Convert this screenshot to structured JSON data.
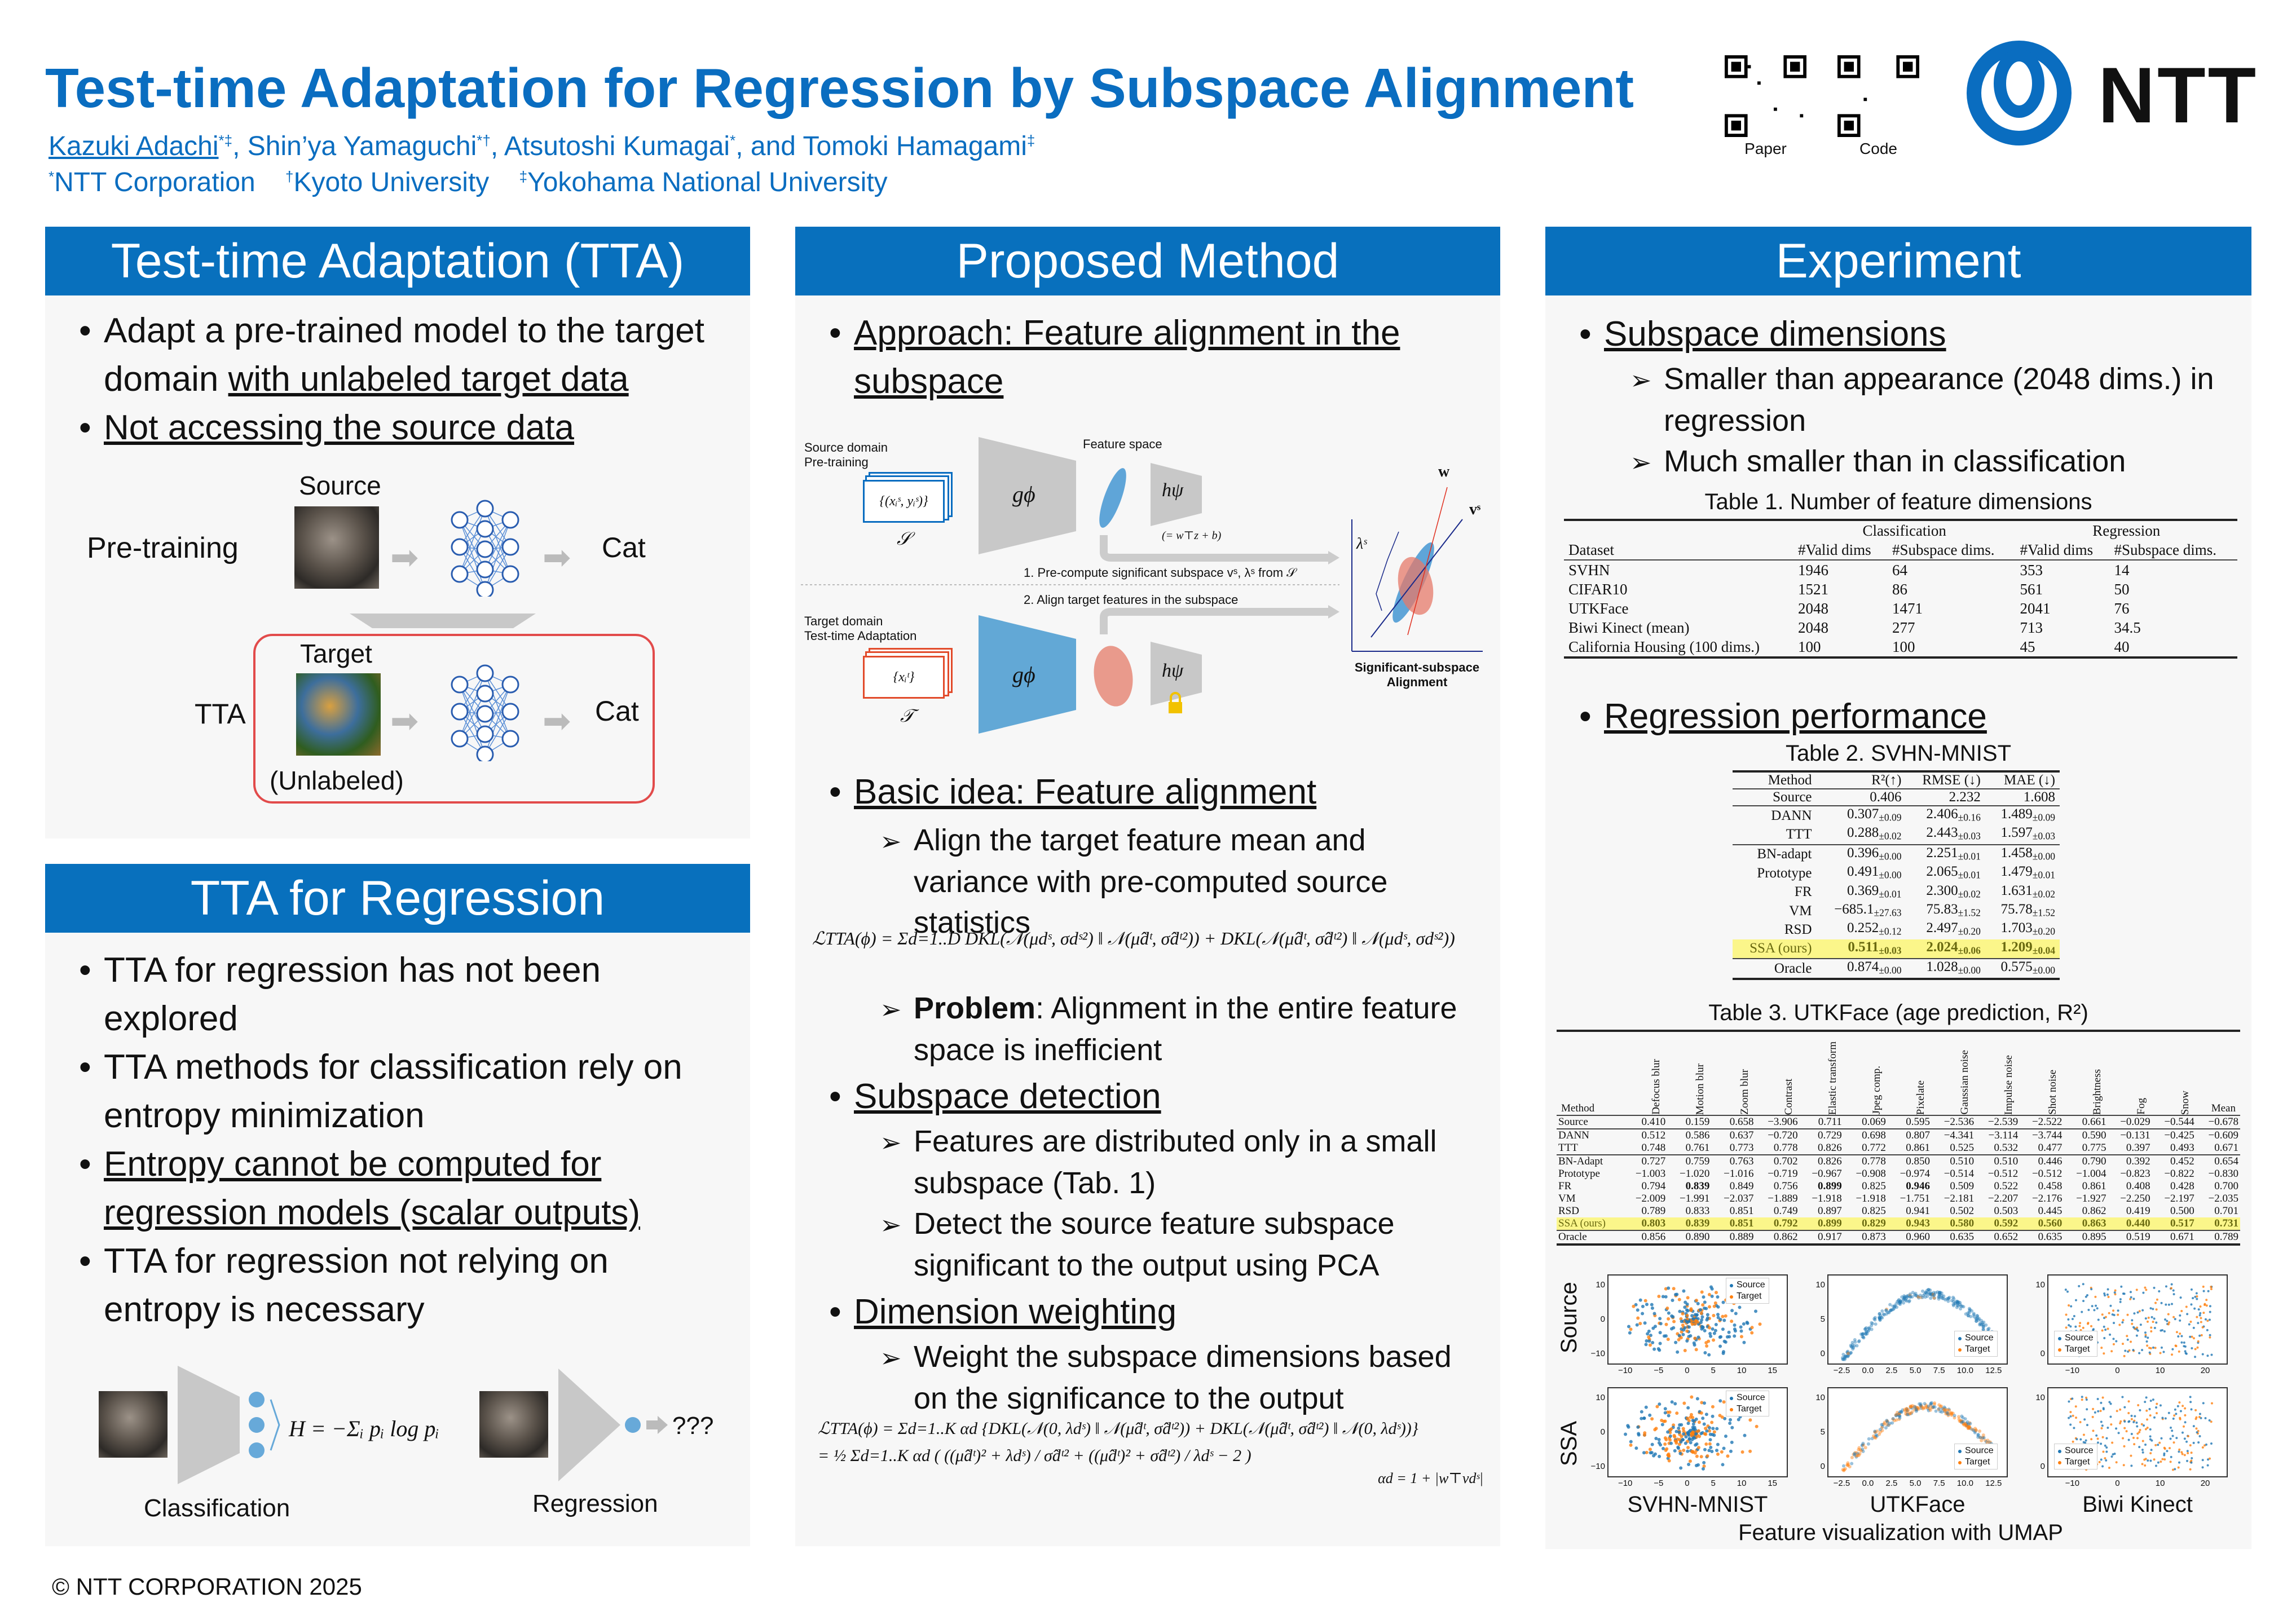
{
  "header": {
    "title": "Test-time Adaptation for Regression by Subspace Alignment",
    "authors": [
      {
        "name": "Kazuki Adachi",
        "sup": "*‡"
      },
      {
        "name": "Shin’ya Yamaguchi",
        "sup": "*†"
      },
      {
        "name": "Atsutoshi Kumagai",
        "sup": "*"
      },
      {
        "name": "and Tomoki Hamagami",
        "sup": "‡"
      }
    ],
    "affiliations": [
      {
        "sup": "*",
        "name": "NTT Corporation"
      },
      {
        "sup": "†",
        "name": "Kyoto University"
      },
      {
        "sup": "‡",
        "name": "Yokohama National University"
      }
    ],
    "qr_paper_label": "Paper",
    "qr_code_label": "Code",
    "logo_text": "NTT",
    "brand_color": "#0a6dc0"
  },
  "tta": {
    "heading": "Test-time Adaptation (TTA)",
    "bullet1a": "Adapt a pre-trained model to the target domain ",
    "bullet1b": "with unlabeled target data",
    "bullet2": "Not accessing the source data",
    "fig": {
      "source": "Source",
      "pretraining": "Pre-training",
      "cat1": "Cat",
      "target": "Target",
      "tta": "TTA",
      "cat2": "Cat",
      "unlabeled": "(Unlabeled)"
    }
  },
  "ttareg": {
    "heading": "TTA for Regression",
    "bullets": [
      "TTA for regression has not been explored",
      "TTA methods for classification rely on entropy minimization",
      "Entropy cannot be computed for regression models (scalar outputs)",
      "TTA for regression not relying on entropy is necessary"
    ],
    "entropy": "H = −Σᵢ pᵢ log pᵢ",
    "unknown": "???",
    "classification": "Classification",
    "regression": "Regression"
  },
  "method": {
    "heading": "Proposed Method",
    "approach": "Approach: Feature alignment in the subspace",
    "diagram": {
      "source_domain": "Source domain",
      "pretraining": "Pre-training",
      "source_set": "{(xᵢˢ, yᵢˢ)}",
      "S": "𝒮",
      "feature_space": "Feature space",
      "g": "gϕ",
      "h": "hψ",
      "h_def": "(= w⊤z + b)",
      "step1": "1. Pre-compute significant subspace vˢ, λˢ from 𝒮",
      "step2": "2. Align target features in the subspace",
      "target_domain": "Target domain",
      "tta": "Test-time Adaptation",
      "target_set": "{xᵢᵗ}",
      "T": "𝒯",
      "w": "w",
      "vs": "vˢ",
      "lambda": "λˢ",
      "ssa_title": "Significant-subspace Alignment"
    },
    "basic": "Basic idea: Feature alignment",
    "basic_sub": "Align the target feature mean and variance with pre-computed source statistics",
    "eq1": "ℒTTA(ϕ) = Σd=1..D DKL(𝒩(μdˢ, σdˢ²) ‖ 𝒩(μ̂dᵗ, σ̂dᵗ²)) + DKL(𝒩(μ̂dᵗ, σ̂dᵗ²) ‖ 𝒩(μdˢ, σdˢ²))",
    "problem_label": "Problem",
    "problem_text": ": Alignment in the entire feature space is inefficient",
    "subspace": "Subspace detection",
    "subspace_subs": [
      "Features are distributed only in a small subspace (Tab. 1)",
      "Detect the source feature subspace significant to the output using PCA"
    ],
    "weighting": "Dimension weighting",
    "weighting_sub": "Weight the subspace dimensions based on the significance to the output",
    "eq2": "ℒTTA(ϕ) = Σd=1..K αd {DKL(𝒩(0, λdˢ) ‖ 𝒩(μ̂dᵗ, σ̂dᵗ²)) + DKL(𝒩(μ̂dᵗ, σ̂dᵗ²) ‖ 𝒩(0, λdˢ))}",
    "eq3": "= ½ Σd=1..K αd ( ((μ̂dᵗ)² + λdˢ) / σ̂dᵗ² + ((μ̂dᵗ)² + σ̂dᵗ²) / λdˢ − 2 )",
    "eq4": "αd = 1 + |w⊤vdˢ|"
  },
  "experiment": {
    "heading": "Experiment",
    "subspace_dims": "Subspace dimensions",
    "subs": [
      "Smaller than appearance (2048 dims.) in regression",
      "Much smaller than in classification"
    ],
    "table1": {
      "caption": "Table 1. Number of feature dimensions",
      "groups": [
        "Classification",
        "Regression"
      ],
      "columns": [
        "Dataset",
        "#Valid dims",
        "#Subspace dims.",
        "#Valid dims",
        "#Subspace dims."
      ],
      "rows": [
        [
          "SVHN",
          "1946",
          "64",
          "353",
          "14"
        ],
        [
          "CIFAR10",
          "1521",
          "86",
          "561",
          "50"
        ],
        [
          "UTKFace",
          "2048",
          "1471",
          "2041",
          "76"
        ],
        [
          "Biwi Kinect (mean)",
          "2048",
          "277",
          "713",
          "34.5"
        ],
        [
          "California Housing (100 dims.)",
          "100",
          "100",
          "45",
          "40"
        ]
      ]
    },
    "regression_perf": "Regression performance",
    "table2": {
      "caption": "Table 2. SVHN-MNIST",
      "columns": [
        "Method",
        "R²(↑)",
        "RMSE (↓)",
        "MAE (↓)"
      ],
      "groups": [
        [
          [
            "Source",
            "0.406",
            "",
            "2.232",
            "",
            "1.608",
            ""
          ]
        ],
        [
          [
            "DANN",
            "0.307",
            "±0.09",
            "2.406",
            "±0.16",
            "1.489",
            "±0.09"
          ],
          [
            "TTT",
            "0.288",
            "±0.02",
            "2.443",
            "±0.03",
            "1.597",
            "±0.03"
          ]
        ],
        [
          [
            "BN-adapt",
            "0.396",
            "±0.00",
            "2.251",
            "±0.01",
            "1.458",
            "±0.00"
          ],
          [
            "Prototype",
            "0.491",
            "±0.00",
            "2.065",
            "±0.01",
            "1.479",
            "±0.01"
          ],
          [
            "FR",
            "0.369",
            "±0.01",
            "2.300",
            "±0.02",
            "1.631",
            "±0.02"
          ],
          [
            "VM",
            "−685.1",
            "±27.63",
            "75.83",
            "±1.52",
            "75.78",
            "±1.52"
          ],
          [
            "RSD",
            "0.252",
            "±0.12",
            "2.497",
            "±0.20",
            "1.703",
            "±0.20"
          ],
          [
            "SSA (ours)",
            "0.511",
            "±0.03",
            "2.024",
            "±0.06",
            "1.209",
            "±0.04"
          ]
        ],
        [
          [
            "Oracle",
            "0.874",
            "±0.00",
            "1.028",
            "±0.00",
            "0.575",
            "±0.00"
          ]
        ]
      ]
    },
    "table3": {
      "caption": "Table 3. UTKFace (age prediction, R²)",
      "columns": [
        "Method",
        "Defocus blur",
        "Motion blur",
        "Zoom blur",
        "Contrast",
        "Elastic transform",
        "Jpeg comp.",
        "Pixelate",
        "Gaussian noise",
        "Impulse noise",
        "Shot noise",
        "Brightness",
        "Fog",
        "Snow",
        "Mean"
      ],
      "groups": [
        [
          [
            "Source",
            "0.410",
            "0.159",
            "0.658",
            "−3.906",
            "0.711",
            "0.069",
            "0.595",
            "−2.536",
            "−2.539",
            "−2.522",
            "0.661",
            "−0.029",
            "−0.544",
            "−0.678"
          ]
        ],
        [
          [
            "DANN",
            "0.512",
            "0.586",
            "0.637",
            "−0.720",
            "0.729",
            "0.698",
            "0.807",
            "−4.341",
            "−3.114",
            "−3.744",
            "0.590",
            "−0.131",
            "−0.425",
            "−0.609"
          ],
          [
            "TTT",
            "0.748",
            "0.761",
            "0.773",
            "0.778",
            "0.826",
            "0.772",
            "0.861",
            "0.525",
            "0.532",
            "0.477",
            "0.775",
            "0.397",
            "0.493",
            "0.671"
          ]
        ],
        [
          [
            "BN-Adapt",
            "0.727",
            "0.759",
            "0.763",
            "0.702",
            "0.826",
            "0.778",
            "0.850",
            "0.510",
            "0.510",
            "0.446",
            "0.790",
            "0.392",
            "0.452",
            "0.654"
          ],
          [
            "Prototype",
            "−1.003",
            "−1.020",
            "−1.016",
            "−0.719",
            "−0.967",
            "−0.908",
            "−0.974",
            "−0.514",
            "−0.512",
            "−0.512",
            "−1.004",
            "−0.823",
            "−0.822",
            "−0.830"
          ],
          [
            "FR",
            "0.794",
            "0.839",
            "0.849",
            "0.756",
            "0.899",
            "0.825",
            "0.946",
            "0.509",
            "0.522",
            "0.458",
            "0.861",
            "0.408",
            "0.428",
            "0.700"
          ],
          [
            "VM",
            "−2.009",
            "−1.991",
            "−2.037",
            "−1.889",
            "−1.918",
            "−1.918",
            "−1.751",
            "−2.181",
            "−2.207",
            "−2.176",
            "−1.927",
            "−2.250",
            "−2.197",
            "−2.035"
          ],
          [
            "RSD",
            "0.789",
            "0.833",
            "0.851",
            "0.749",
            "0.897",
            "0.825",
            "0.941",
            "0.502",
            "0.503",
            "0.445",
            "0.862",
            "0.419",
            "0.500",
            "0.701"
          ],
          [
            "SSA (ours)",
            "0.803",
            "0.839",
            "0.851",
            "0.792",
            "0.899",
            "0.829",
            "0.943",
            "0.580",
            "0.592",
            "0.560",
            "0.863",
            "0.440",
            "0.517",
            "0.731"
          ]
        ],
        [
          [
            "Oracle",
            "0.856",
            "0.890",
            "0.889",
            "0.862",
            "0.917",
            "0.873",
            "0.960",
            "0.635",
            "0.652",
            "0.635",
            "0.895",
            "0.519",
            "0.671",
            "0.789"
          ]
        ]
      ]
    },
    "umap": {
      "rows": [
        "Source",
        "SSA"
      ],
      "datasets": [
        "SVHN-MNIST",
        "UTKFace",
        "Biwi Kinect"
      ],
      "legend": [
        "Source",
        "Target"
      ],
      "caption": "Feature visualization with UMAP",
      "xticks": [
        [
          "−10",
          "−5",
          "0",
          "5",
          "10",
          "15"
        ],
        [
          "−2.5",
          "0.0",
          "2.5",
          "5.0",
          "7.5",
          "10.0",
          "12.5"
        ],
        [
          "−10",
          "0",
          "10",
          "20"
        ]
      ],
      "yticks": [
        [
          "10",
          "0",
          "−10"
        ],
        [
          "10",
          "5",
          "0"
        ],
        [
          "10",
          "0"
        ]
      ],
      "source_color": "#1f77b4",
      "target_color": "#ff7f0e"
    }
  },
  "footer": "© NTT CORPORATION 2025"
}
